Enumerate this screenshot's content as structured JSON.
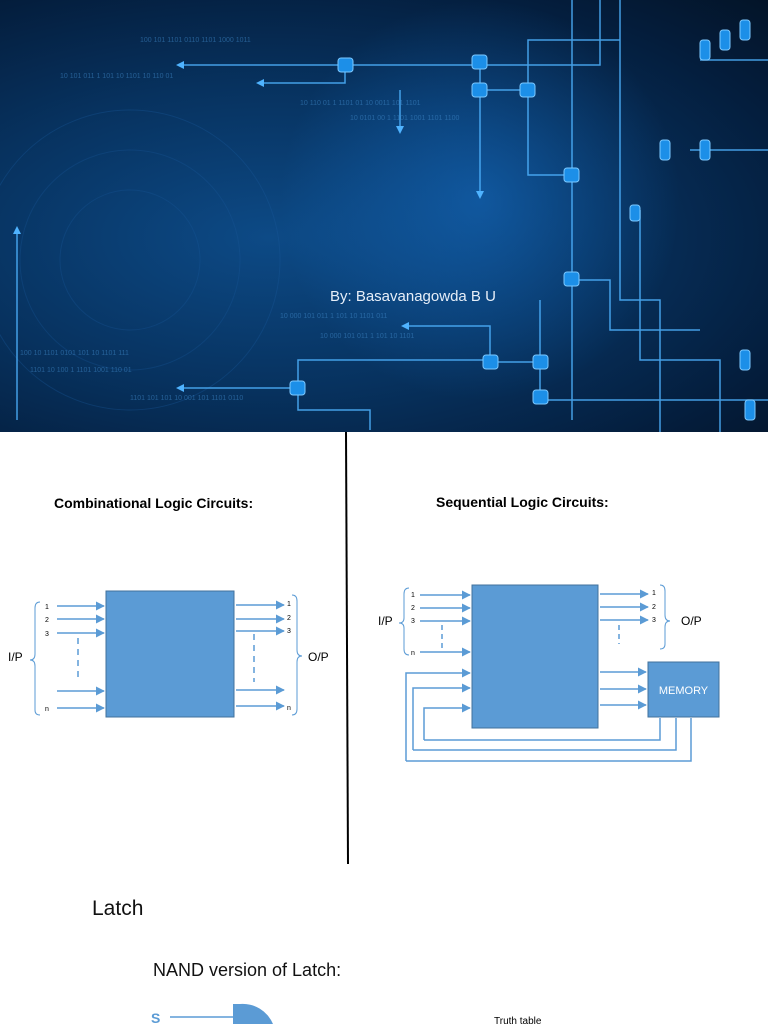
{
  "cover": {
    "author": "By: Basavanagowda B U"
  },
  "comb": {
    "title": "Combinational Logic Circuits:",
    "ip_label": "I/P",
    "op_label": "O/P",
    "in_labels": [
      "1",
      "2",
      "3",
      "n"
    ],
    "out_labels": [
      "1",
      "2",
      "3",
      "n"
    ]
  },
  "seq": {
    "title": "Sequential Logic Circuits:",
    "ip_label": "I/P",
    "op_label": "O/P",
    "memory_label": "MEMORY",
    "in_labels": [
      "1",
      "2",
      "3",
      "n"
    ],
    "out_labels": [
      "1",
      "2",
      "3"
    ]
  },
  "latch": {
    "title": "Latch",
    "subtitle": "NAND version of Latch:",
    "s_label": "S",
    "truth_table_label": "Truth table"
  },
  "colors": {
    "block": "#5b9bd5",
    "block_border": "#41719c",
    "arrow": "#5b9bd5",
    "cover_bg": "#07325f"
  }
}
